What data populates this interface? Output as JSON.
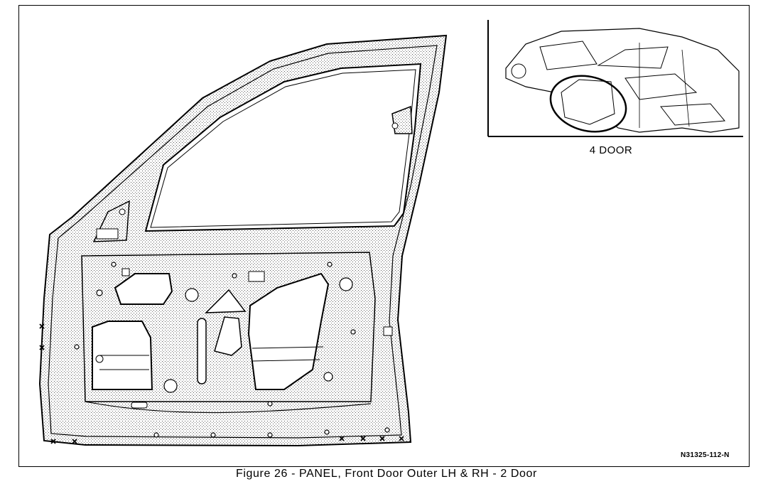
{
  "inset": {
    "label": "4 DOOR"
  },
  "figure": {
    "part_number": "N31325-112-N",
    "caption": "Figure 26 - PANEL, Front Door Outer LH & RH - 2 Door"
  }
}
